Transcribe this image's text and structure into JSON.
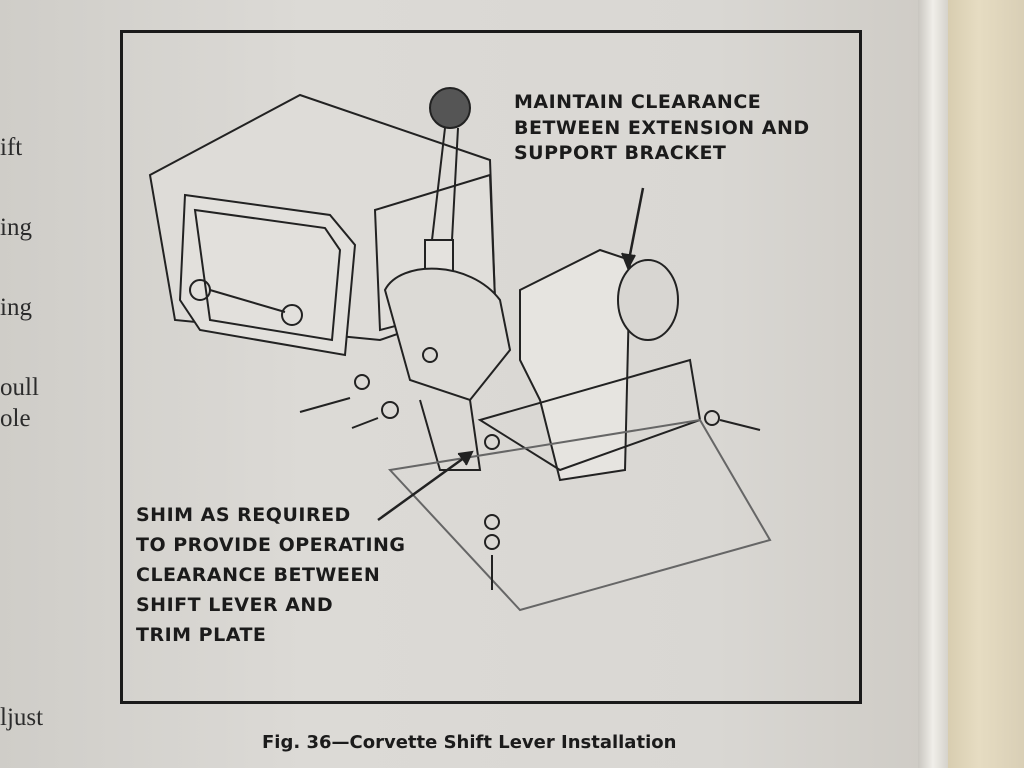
{
  "left_margin_fragments": [
    "ift",
    "ing",
    "ing",
    "oull",
    "ole",
    "ljust"
  ],
  "figure": {
    "callout_top": [
      "MAINTAIN CLEARANCE",
      "BETWEEN EXTENSION AND",
      "SUPPORT BRACKET"
    ],
    "callout_bottom": [
      "SHIM AS REQUIRED",
      "TO PROVIDE OPERATING",
      "CLEARANCE BETWEEN",
      "SHIFT LEVER AND",
      "TRIM PLATE"
    ],
    "caption": "Fig. 36—Corvette Shift Lever Installation"
  }
}
